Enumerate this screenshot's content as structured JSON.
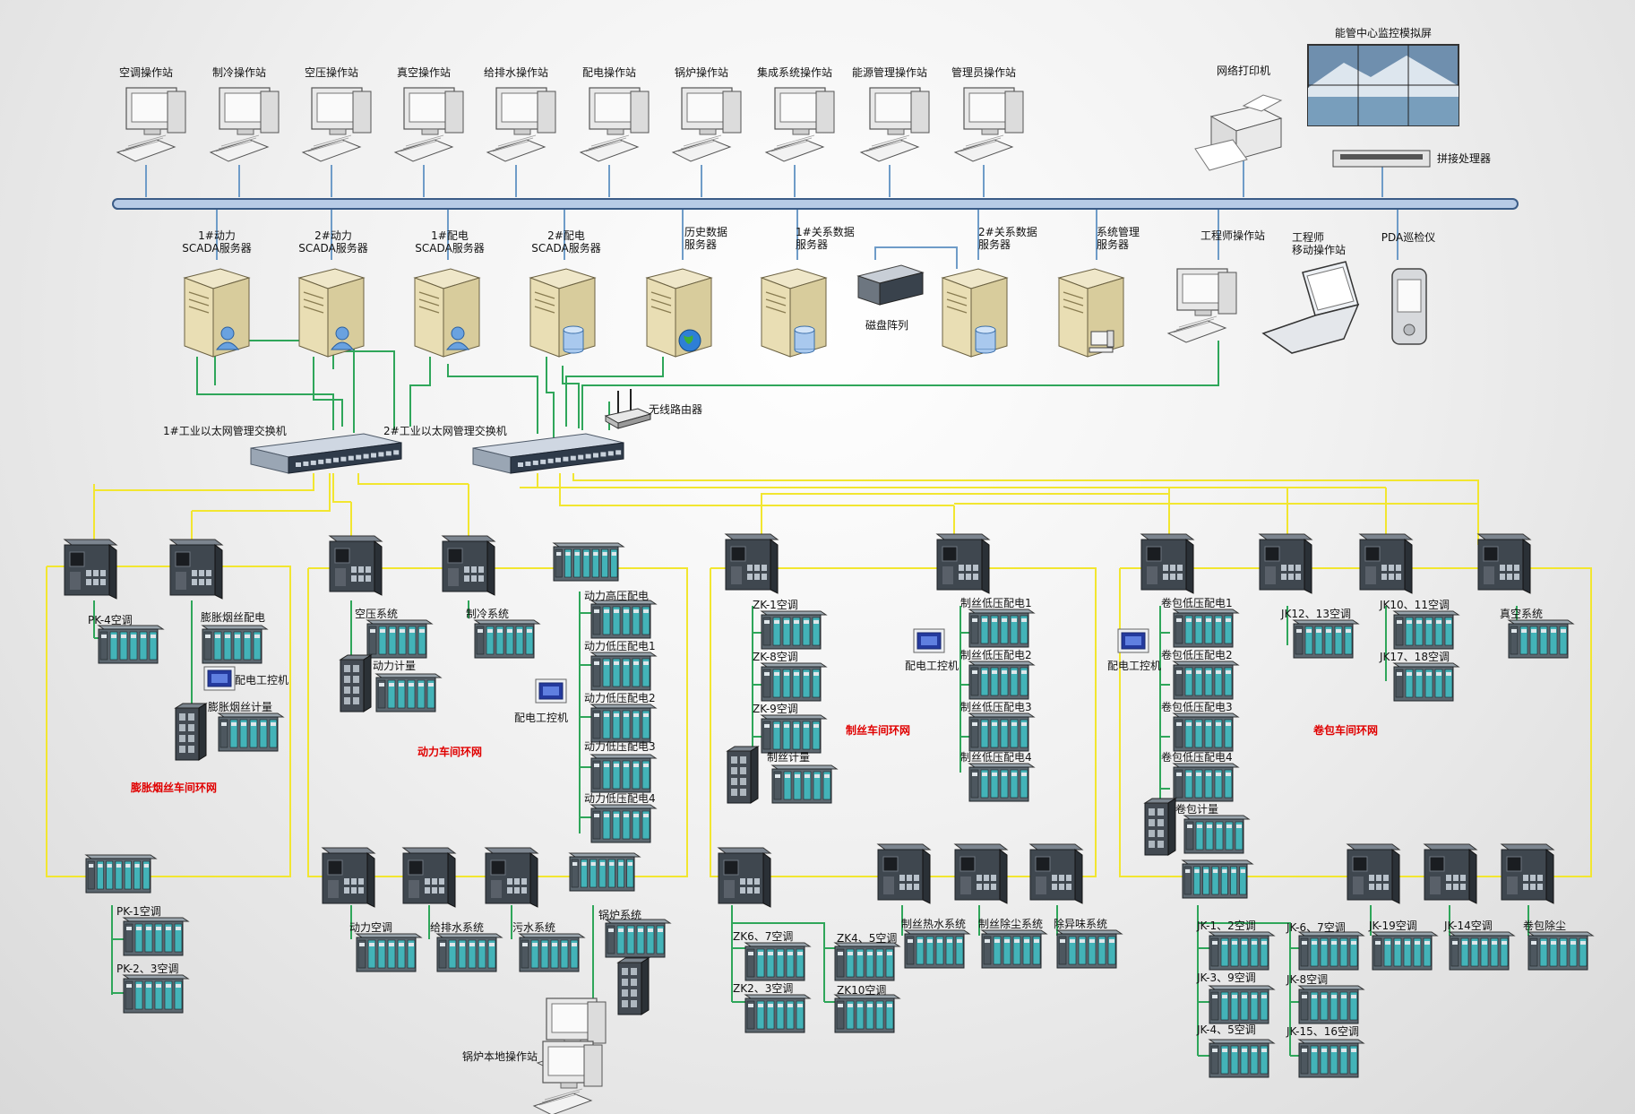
{
  "operator_stations": [
    "空调操作站",
    "制冷操作站",
    "空压操作站",
    "真空操作站",
    "给排水操作站",
    "配电操作站",
    "锅炉操作站",
    "集成系统操作站",
    "能源管理操作站",
    "管理员操作站"
  ],
  "top_devices": {
    "printer": "网络打印机",
    "video_wall": "能管中心监控模拟屏",
    "splicer": "拼接处理器"
  },
  "servers": [
    "1#动力\nSCADA服务器",
    "2#动力\nSCADA服务器",
    "1#配电\nSCADA服务器",
    "2#配电\nSCADA服务器",
    "历史数据\n服务器",
    "1#关系数据\n服务器",
    "2#关系数据\n服务器",
    "系统管理\n服务器"
  ],
  "server_row": {
    "disk_array": "磁盘阵列",
    "engineer_station": "工程师操作站",
    "mobile_station": "工程师\n移动操作站",
    "pda": "PDA巡检仪"
  },
  "core": {
    "switch1": "1#工业以太网管理交换机",
    "switch2": "2#工业以太网管理交换机",
    "router": "无线路由器"
  },
  "ring_names": {
    "ring1": "膨胀烟丝车间环网",
    "ring2": "动力车间环网",
    "ring3": "制丝车间环网",
    "ring4": "卷包车间环网"
  },
  "ring1": {
    "pk4": "PK-4空调",
    "pengzhang_pd": "膨胀烟丝配电",
    "pd_ipc": "配电工控机",
    "pengzhang_jl": "膨胀烟丝计量",
    "pk1": "PK-1空调",
    "pk23": "PK-2、3空调"
  },
  "ring2": {
    "kongya": "空压系统",
    "zhileng": "制冷系统",
    "dongli_jl": "动力计量",
    "gaoya": "动力高压配电",
    "diya": [
      "动力低压配电1",
      "动力低压配电2",
      "动力低压配电3",
      "动力低压配电4"
    ],
    "pd_ipc": "配电工控机",
    "dongli_kt": "动力空调",
    "geipaishui": "给排水系统",
    "wushui": "污水系统",
    "guolu": "锅炉系统",
    "guolu_local": "锅炉本地操作站"
  },
  "ring3": {
    "zk1": "ZK-1空调",
    "zk8": "ZK-8空调",
    "zk9": "ZK-9空调",
    "zhisi_jl": "制丝计量",
    "diya": [
      "制丝低压配电1",
      "制丝低压配电2",
      "制丝低压配电3",
      "制丝低压配电4"
    ],
    "pd_ipc": "配电工控机",
    "zk67": "ZK6、7空调",
    "zk23": "ZK2、3空调",
    "zk45": "ZK4、5空调",
    "zk10": "ZK10空调",
    "reshui": "制丝热水系统",
    "chuchen": "制丝除尘系统",
    "chuyiwei": "除异味系统"
  },
  "ring4": {
    "diya": [
      "卷包低压配电1",
      "卷包低压配电2",
      "卷包低压配电3",
      "卷包低压配电4"
    ],
    "pd_ipc": "配电工控机",
    "juanbao_jl": "卷包计量",
    "jk1213": "JK12、13空调",
    "jk1011": "JK10、11空调",
    "jk1718": "JK17、18空调",
    "zhenkong": "真空系统",
    "jk12": "JK-1、2空调",
    "jk39": "JK-3、9空调",
    "jk45": "JK-4、5空调",
    "jk67": "JK-6、7空调",
    "jk8": "JK-8空调",
    "jk1516": "JK-15、16空调",
    "jk19": "JK-19空调",
    "jk14": "JK-14空调",
    "juanbao_cc": "卷包除尘"
  }
}
